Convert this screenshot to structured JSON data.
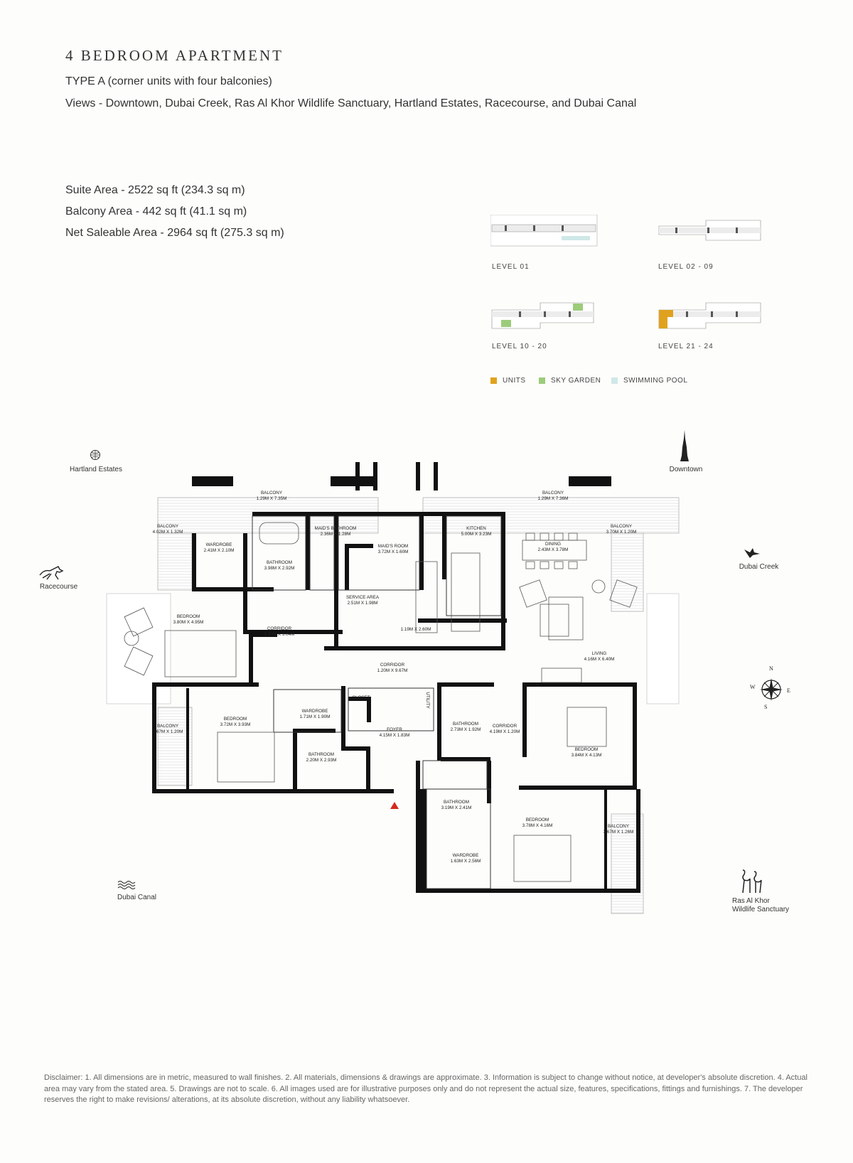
{
  "header": {
    "title": "4 BEDROOM APARTMENT",
    "type": "TYPE A (corner units with four balconies)",
    "views": "Views - Downtown, Dubai Creek, Ras Al Khor Wildlife Sanctuary, Hartland Estates, Racecourse, and Dubai Canal"
  },
  "areas": {
    "suite": "Suite Area - 2522 sq ft (234.3 sq m)",
    "balcony": "Balcony Area - 442 sq ft (41.1 sq m)",
    "net": "Net Saleable Area - 2964 sq ft (275.3 sq m)"
  },
  "levels": [
    "LEVEL 01",
    "LEVEL 02 - 09",
    "LEVEL 10 - 20",
    "LEVEL 21 - 24"
  ],
  "legend": [
    {
      "label": "UNITS",
      "color": "#e0a21e"
    },
    {
      "label": "SKY GARDEN",
      "color": "#9ccc7a"
    },
    {
      "label": "SWIMMING POOL",
      "color": "#cfe8e8"
    }
  ],
  "views": {
    "hartland": "Hartland Estates",
    "downtown": "Downtown",
    "racecourse": "Racecourse",
    "dubai_creek": "Dubai Creek",
    "dubai_canal": "Dubai Canal",
    "ras_al_khor_1": "Ras Al Khor",
    "ras_al_khor_2": "Wildlife Sanctuary"
  },
  "compass": {
    "n": "N",
    "s": "S",
    "e": "E",
    "w": "W"
  },
  "rooms": [
    {
      "name": "BALCONY",
      "dim": "1.29M X 7.35M"
    },
    {
      "name": "BALCONY",
      "dim": "1.29M X 7.36M"
    },
    {
      "name": "BALCONY",
      "dim": "4.02M X 1.32M"
    },
    {
      "name": "WARDROBE",
      "dim": "2.41M X 2.10M"
    },
    {
      "name": "BATHROOM",
      "dim": "3.98M X 2.92M"
    },
    {
      "name": "MAID'S BATHROOM",
      "dim": "2.36M X 1.28M"
    },
    {
      "name": "MAID'S ROOM",
      "dim": "3.72M X 1.60M"
    },
    {
      "name": "KITCHEN",
      "dim": "5.00M X 3.23M"
    },
    {
      "name": "DINING",
      "dim": "2.43M X 3.78M"
    },
    {
      "name": "BALCONY",
      "dim": "3.70M X 1.20M"
    },
    {
      "name": "SERVICE AREA",
      "dim": "2.51M X 1.98M"
    },
    {
      "name": "",
      "dim": "1.19M X 2.60M"
    },
    {
      "name": "BEDROOM",
      "dim": "3.80M X 4.95M"
    },
    {
      "name": "CORRIDOR",
      "dim": "1.20M X 3.04M"
    },
    {
      "name": "LIVING",
      "dim": "4.16M X 6.40M"
    },
    {
      "name": "CORRIDOR",
      "dim": "1.20M X 9.67M"
    },
    {
      "name": "CLOSET",
      "dim": ""
    },
    {
      "name": "UTILITY",
      "dim": ""
    },
    {
      "name": "WARDROBE",
      "dim": "1.71M X 1.90M"
    },
    {
      "name": "BALCONY",
      "dim": "3.67M X 1.20M"
    },
    {
      "name": "BEDROOM",
      "dim": "3.72M X 3.93M"
    },
    {
      "name": "FOYER",
      "dim": "4.15M X 1.83M"
    },
    {
      "name": "BATHROOM",
      "dim": "2.73M X 1.92M"
    },
    {
      "name": "CORRIDOR",
      "dim": "4.19M X 1.20M"
    },
    {
      "name": "BEDROOM",
      "dim": "3.84M X 4.13M"
    },
    {
      "name": "BATHROOM",
      "dim": "2.20M X 2.93M"
    },
    {
      "name": "BATHROOM",
      "dim": "3.19M X 2.41M"
    },
    {
      "name": "BEDROOM",
      "dim": "3.78M X 4.16M"
    },
    {
      "name": "BALCONY",
      "dim": "3.67M X 1.26M"
    },
    {
      "name": "WARDROBE",
      "dim": "1.63M X 2.56M"
    }
  ],
  "disclaimer": "Disclaimer: 1. All dimensions are in metric, measured to wall finishes. 2. All materials, dimensions & drawings are approximate. 3. Information is subject to change without notice, at developer's absolute discretion. 4. Actual area may vary from the stated area. 5. Drawings are not to scale. 6. All images used are for illustrative purposes only and do not represent the actual size, features, specifications, fittings and furnishings. 7. The developer reserves the right to make revisions/ alterations, at its absolute discretion, without any liability whatsoever."
}
